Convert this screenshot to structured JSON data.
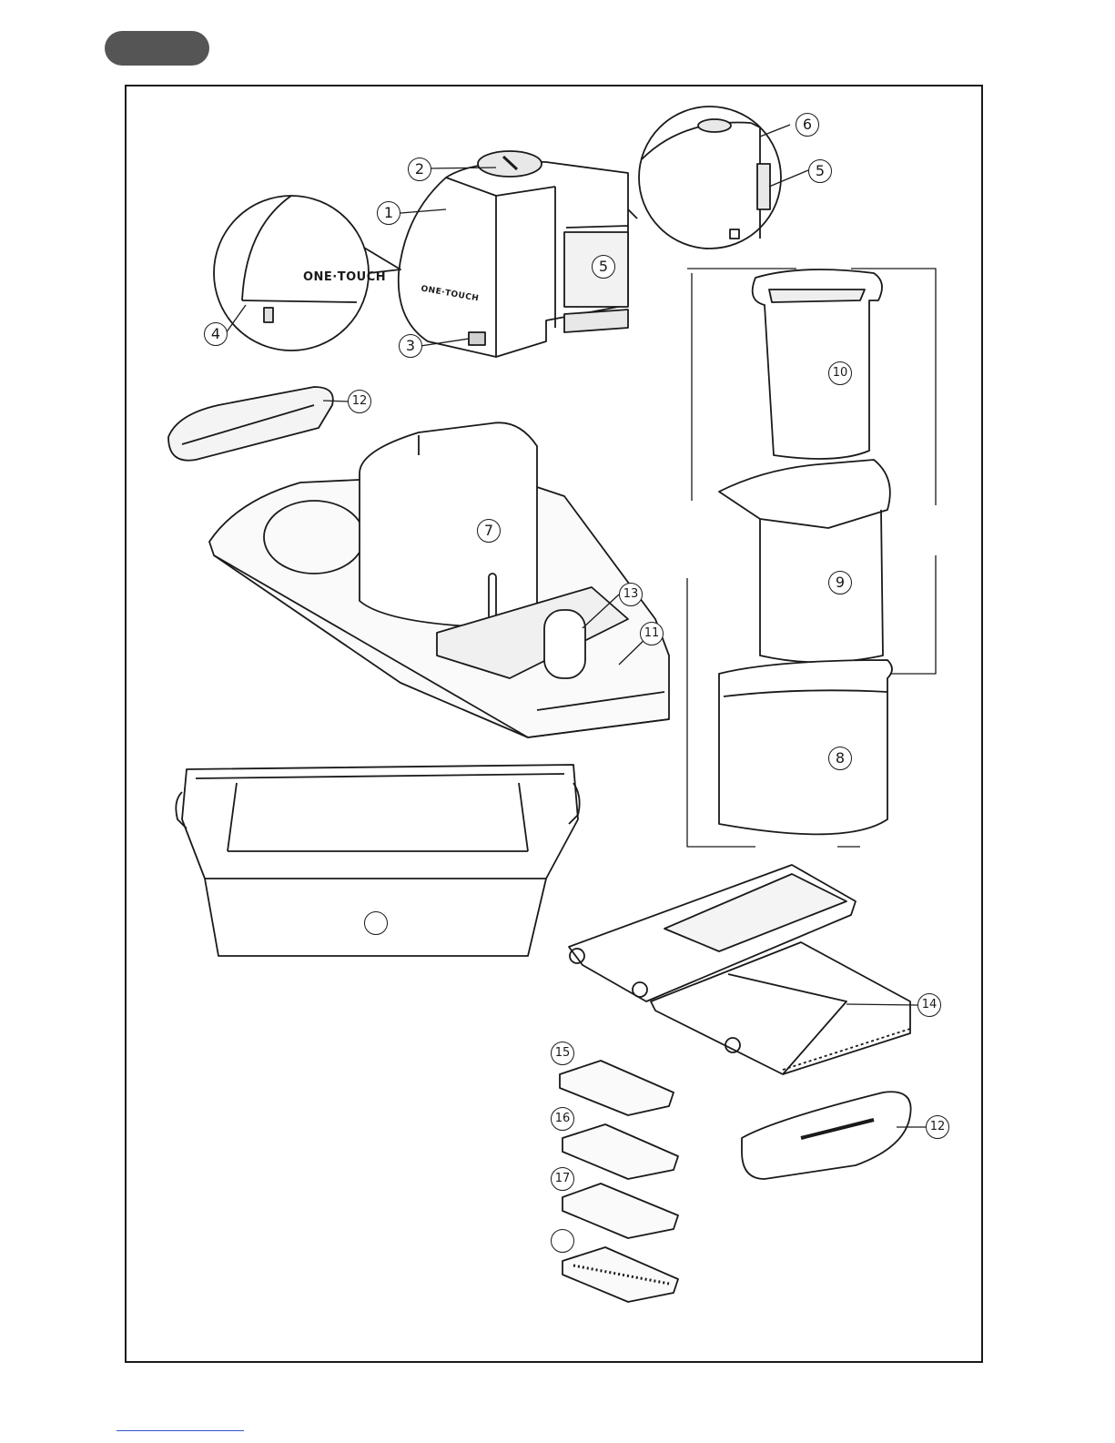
{
  "header": {
    "badge_color": "#555555"
  },
  "brand": {
    "logo_text": "ONE·TOUCH"
  },
  "callouts": [
    {
      "id": "c1",
      "label": "1"
    },
    {
      "id": "c2",
      "label": "2"
    },
    {
      "id": "c3",
      "label": "3"
    },
    {
      "id": "c4",
      "label": "4"
    },
    {
      "id": "c5a",
      "label": "5"
    },
    {
      "id": "c5b",
      "label": "5"
    },
    {
      "id": "c6",
      "label": "6"
    },
    {
      "id": "c7",
      "label": "7"
    },
    {
      "id": "c8",
      "label": "8"
    },
    {
      "id": "c9",
      "label": "9"
    },
    {
      "id": "c10",
      "label": "10"
    },
    {
      "id": "c11",
      "label": "11"
    },
    {
      "id": "c12a",
      "label": "12"
    },
    {
      "id": "c12b",
      "label": "12"
    },
    {
      "id": "c13",
      "label": "13"
    },
    {
      "id": "c14",
      "label": "14"
    },
    {
      "id": "c15",
      "label": "15"
    },
    {
      "id": "c16",
      "label": "16"
    },
    {
      "id": "c17",
      "label": "17"
    },
    {
      "id": "c18",
      "label": ""
    },
    {
      "id": "c19",
      "label": ""
    }
  ],
  "colors": {
    "line": "#1a1a1a",
    "shade": "#d9d9d9",
    "footer_link": "#3355cc"
  }
}
